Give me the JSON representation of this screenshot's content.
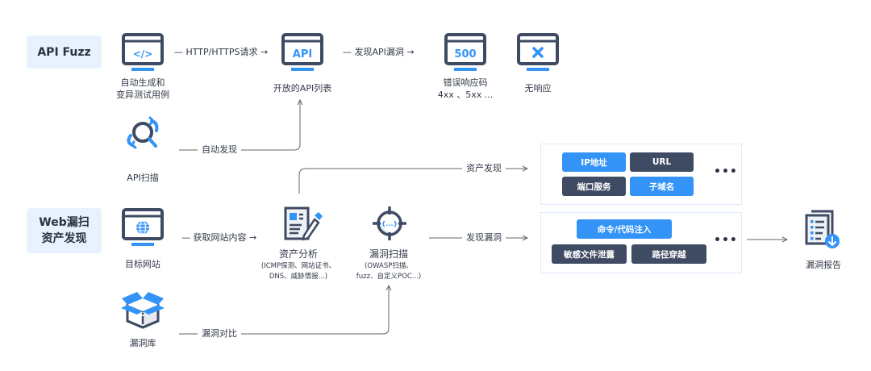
{
  "colors": {
    "accent_blue": "#3393f7",
    "dark_navy": "#3f4a63",
    "section_bg": "#e8f2fe",
    "line_gray": "#666666",
    "panel_border": "#dce9fb"
  },
  "sections": {
    "api_fuzz": "API Fuzz",
    "web_scan": [
      "Web漏扫",
      "资产发现"
    ]
  },
  "api_row": {
    "generator": {
      "icon": "code-window-icon",
      "glyph": "</>",
      "label": [
        "自动生成和",
        "变异测试用例"
      ]
    },
    "edge_http": "— HTTP/HTTPS请求 →",
    "api_list": {
      "icon": "api-window-icon",
      "glyph": "API",
      "label": "开放的API列表"
    },
    "edge_vuln": "— 发现API漏洞 →",
    "error_resp": {
      "icon": "error-500-window-icon",
      "glyph": "500",
      "label": [
        "错误响应码",
        "4xx 、5xx ..."
      ]
    },
    "no_resp": {
      "icon": "x-window-icon",
      "glyph": "✕",
      "label": "无响应"
    },
    "api_scan": {
      "icon": "search-refresh-icon",
      "label": "API扫描"
    },
    "edge_auto": "自动发现"
  },
  "web_row": {
    "target_site": {
      "icon": "globe-window-icon",
      "label": "目标网站"
    },
    "edge_fetch": "— 获取网站内容 →",
    "asset_analysis": {
      "icon": "document-edit-icon",
      "label": "资产分析",
      "sub": [
        "(ICMP探测、网站证书、",
        "DNS、威胁情报...)"
      ]
    },
    "vuln_scan": {
      "icon": "crosshair-icon",
      "label": "漏洞扫描",
      "sub": [
        "(OWASP扫描、",
        "fuzz、自定义POC...)"
      ]
    },
    "edge_asset": "资产发现",
    "edge_found": "发现漏洞",
    "vuln_db": {
      "icon": "open-box-icon",
      "label": "漏洞库"
    },
    "edge_compare": "漏洞对比",
    "report": {
      "icon": "report-download-icon",
      "label": "漏洞报告"
    }
  },
  "asset_panel": {
    "chips": [
      {
        "label": "IP地址",
        "style": "blue"
      },
      {
        "label": "URL",
        "style": "dark"
      },
      {
        "label": "端口服务",
        "style": "dark"
      },
      {
        "label": "子域名",
        "style": "blue"
      }
    ],
    "more": "•••"
  },
  "vuln_panel": {
    "chips": [
      {
        "label": "命令/代码注入",
        "style": "blue"
      },
      {
        "label": "敏感文件泄露",
        "style": "dark"
      },
      {
        "label": "路径穿越",
        "style": "dark"
      }
    ],
    "more": "•••"
  }
}
